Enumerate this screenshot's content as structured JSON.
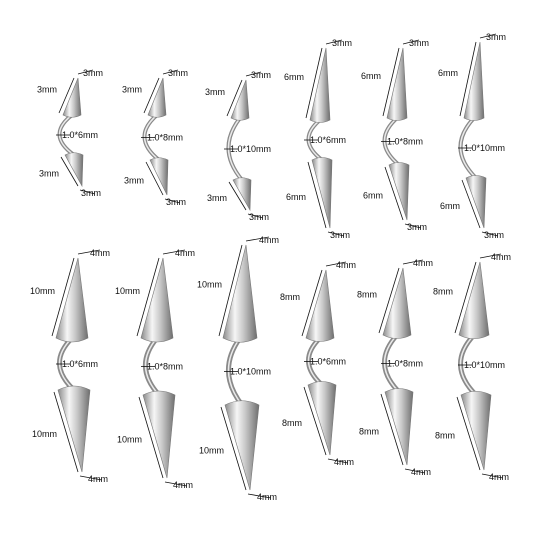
{
  "colors": {
    "metal_light": "#f4f4f4",
    "metal_mid": "#c4c4c4",
    "metal_dark": "#7c7c7c",
    "line": "#111111"
  },
  "rows": [
    {
      "items": [
        {
          "top_len": "3mm",
          "top_w": "3mm",
          "bar": "1.0*6mm",
          "bot_len": "3mm",
          "bot_w": "3mm"
        },
        {
          "top_len": "3mm",
          "top_w": "3mm",
          "bar": "1.0*8mm",
          "bot_len": "3mm",
          "bot_w": "3mm"
        },
        {
          "top_len": "3mm",
          "top_w": "3mm",
          "bar": "1.0*10mm",
          "bot_len": "3mm",
          "bot_w": "3mm"
        },
        {
          "top_len": "6mm",
          "top_w": "3mm",
          "bar": "1.0*6mm",
          "bot_len": "6mm",
          "bot_w": "3mm"
        },
        {
          "top_len": "6mm",
          "top_w": "3mm",
          "bar": "1.0*8mm",
          "bot_len": "6mm",
          "bot_w": "3mm"
        },
        {
          "top_len": "6mm",
          "top_w": "3mm",
          "bar": "1.0*10mm",
          "bot_len": "6mm",
          "bot_w": "3mm"
        }
      ]
    },
    {
      "items": [
        {
          "top_len": "10mm",
          "top_w": "4mm",
          "bar": "1.0*6mm",
          "bot_len": "10mm",
          "bot_w": "4mm"
        },
        {
          "top_len": "10mm",
          "top_w": "4mm",
          "bar": "1.0*8mm",
          "bot_len": "10mm",
          "bot_w": "4mm"
        },
        {
          "top_len": "10mm",
          "top_w": "4mm",
          "bar": "1.0*10mm",
          "bot_len": "10mm",
          "bot_w": "4mm"
        },
        {
          "top_len": "8mm",
          "top_w": "4mm",
          "bar": "1.0*6mm",
          "bot_len": "8mm",
          "bot_w": "4mm"
        },
        {
          "top_len": "8mm",
          "top_w": "4mm",
          "bar": "1.0*8mm",
          "bot_len": "8mm",
          "bot_w": "4mm"
        },
        {
          "top_len": "8mm",
          "top_w": "4mm",
          "bar": "1.0*10mm",
          "bot_len": "8mm",
          "bot_w": "4mm"
        }
      ]
    }
  ]
}
